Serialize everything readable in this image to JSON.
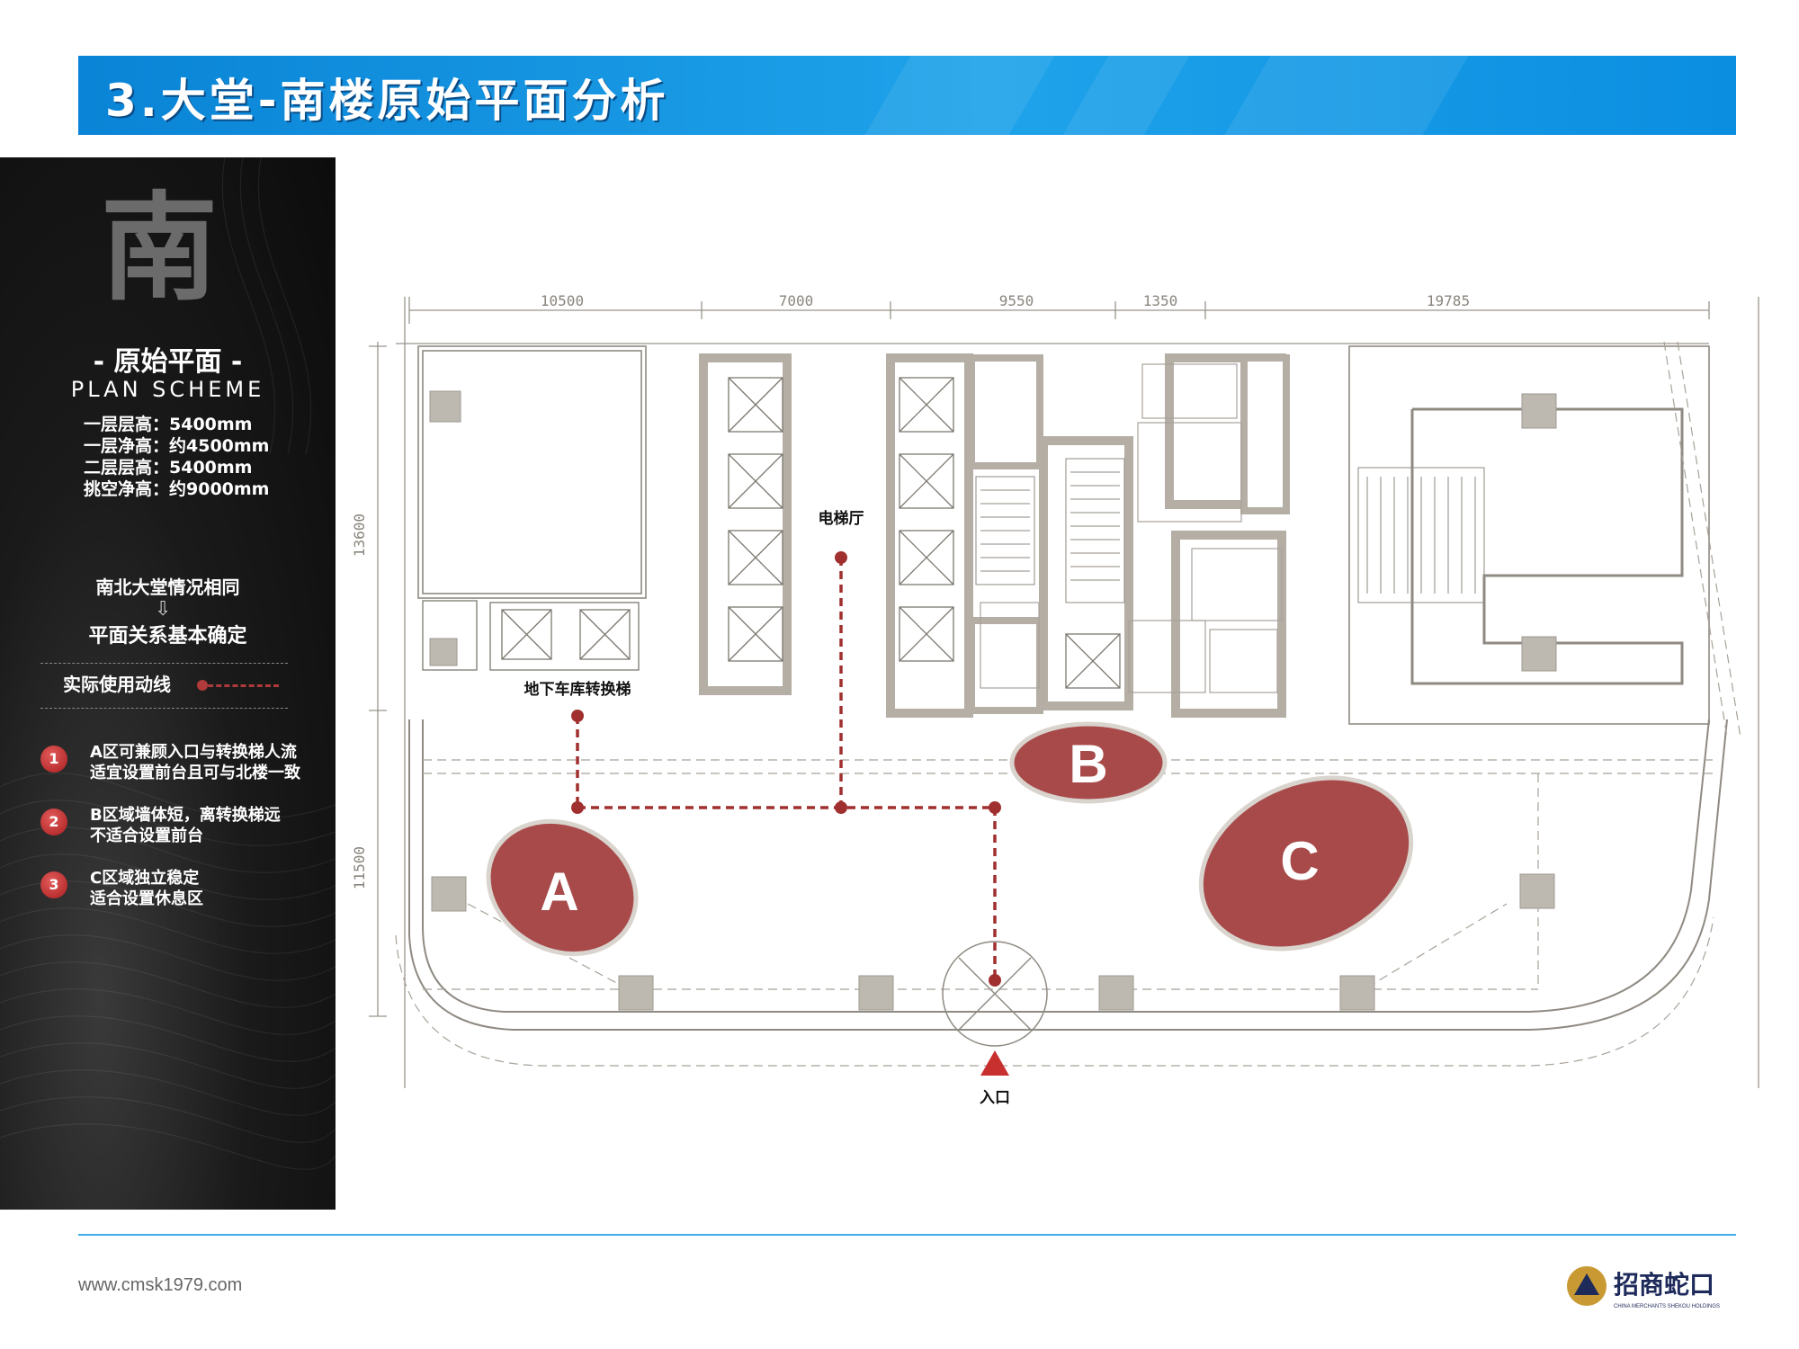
{
  "title": "3.大堂-南楼原始平面分析",
  "sidebar": {
    "big_char": "南",
    "plan_cn": "- 原始平面 -",
    "plan_en": "PLAN SCHEME",
    "specs": [
      "一层层高：5400mm",
      "一层净高：约4500mm",
      "二层层高：5400mm",
      "挑空净高：约9000mm"
    ],
    "same": "南北大堂情况相同",
    "determined": "平面关系基本确定",
    "legend": "实际使用动线",
    "notes": [
      {
        "num": "1",
        "lines": [
          "A区可兼顾入口与转换梯人流",
          "适宜设置前台且可与北楼一致"
        ]
      },
      {
        "num": "2",
        "lines": [
          "B区域墙体短，离转换梯远",
          "不适合设置前台"
        ]
      },
      {
        "num": "3",
        "lines": [
          "C区域独立稳定",
          "适合设置休息区"
        ]
      }
    ]
  },
  "plan": {
    "dims_top": [
      "10500",
      "7000",
      "9550",
      "1350",
      "19785"
    ],
    "dims_left": [
      "13600",
      "11500"
    ],
    "labels": {
      "elevator_hall": "电梯厅",
      "garage_lift": "地下车库转换梯",
      "entrance": "入口"
    },
    "zones": [
      "A",
      "B",
      "C"
    ],
    "colors": {
      "zone_fill": "#a84a4a",
      "route": "#a0302f",
      "wall": "#b4aea5",
      "column": "#bdb8b0"
    }
  },
  "footer": {
    "url": "www.cmsk1979.com",
    "logo_cn": "招商蛇口",
    "logo_en": "CHINA MERCHANTS SHEKOU HOLDINGS"
  }
}
